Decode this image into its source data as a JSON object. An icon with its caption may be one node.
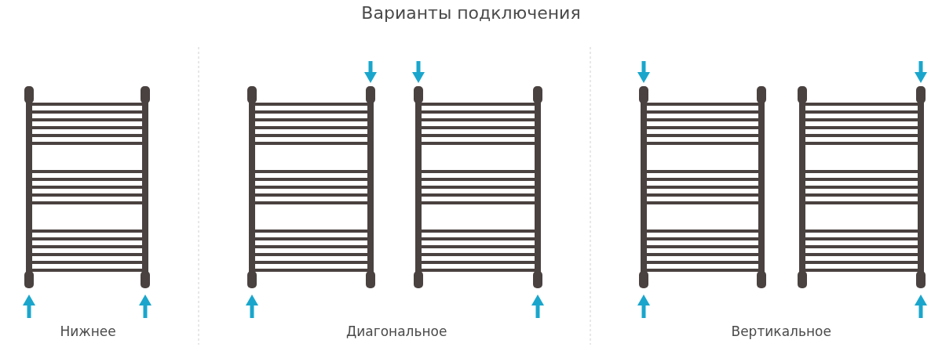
{
  "diagram": {
    "title": "Варианты подключения",
    "labels": [
      "Нижнее",
      "Диагональное",
      "Вертикальное"
    ]
  }
}
